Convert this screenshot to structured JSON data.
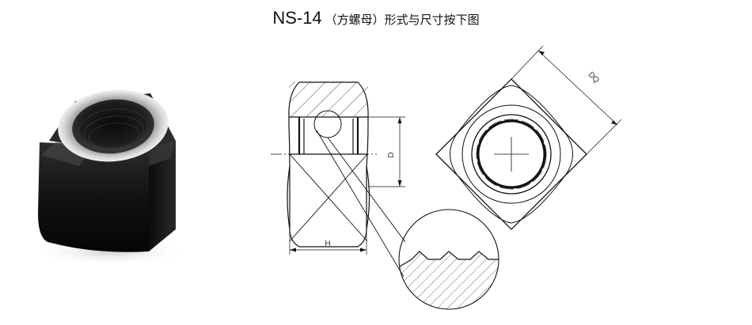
{
  "title": {
    "code": "NS-14",
    "description": "（方螺母）形式与尺寸按下图"
  },
  "dimensions": {
    "height": "H",
    "diameter": "D",
    "across_flats": "DQ"
  }
}
